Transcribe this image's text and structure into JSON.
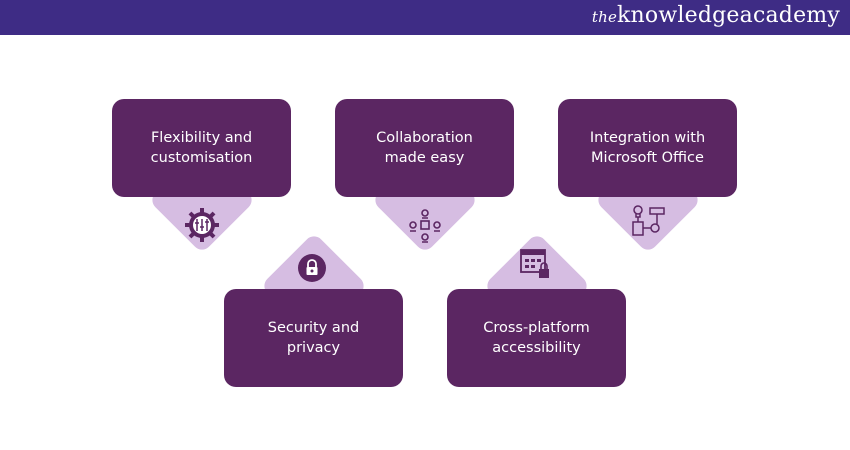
{
  "header": {
    "logo_prefix": "the",
    "logo_main": "knowledgeacademy"
  },
  "features": [
    {
      "label_line1": "Flexibility and",
      "label_line2": "customisation",
      "icon": "gear-sliders-icon"
    },
    {
      "label_line1": "Collaboration",
      "label_line2": "made easy",
      "icon": "team-collaboration-icon"
    },
    {
      "label_line1": "Integration with",
      "label_line2": "Microsoft Office",
      "icon": "integration-icon"
    },
    {
      "label_line1": "Security and",
      "label_line2": "privacy",
      "icon": "lock-icon"
    },
    {
      "label_line1": "Cross-platform",
      "label_line2": "accessibility",
      "icon": "browser-lock-icon"
    }
  ],
  "colors": {
    "header": "#3e2c85",
    "box": "#5b2662",
    "accent": "#d6bde2"
  }
}
